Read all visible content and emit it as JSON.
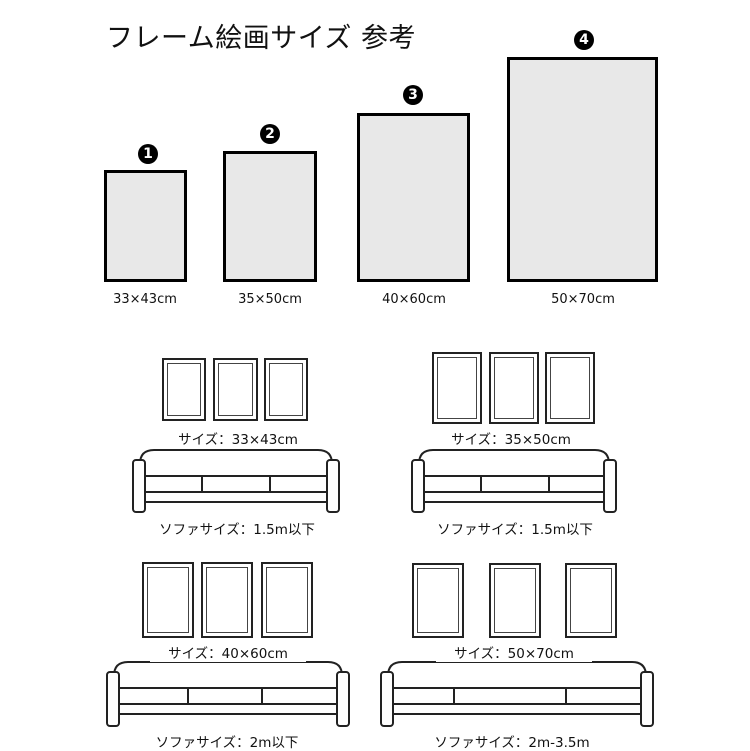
{
  "title": "フレーム絵画サイズ 参考",
  "frames": [
    {
      "number": "1",
      "size": "33×43cm"
    },
    {
      "number": "2",
      "size": "35×50cm"
    },
    {
      "number": "3",
      "size": "40×60cm"
    },
    {
      "number": "4",
      "size": "50×70cm"
    }
  ],
  "examples": [
    {
      "frame_label": "サイズ：33×43cm",
      "sofa_label": "ソファサイズ：1.5m以下"
    },
    {
      "frame_label": "サイズ：35×50cm",
      "sofa_label": "ソファサイズ：1.5m以下"
    },
    {
      "frame_label": "サイズ：40×60cm",
      "sofa_label": "ソファサイズ：2m以下"
    },
    {
      "frame_label": "サイズ：50×70cm",
      "sofa_label": "ソファサイズ：2m-3.5m"
    }
  ]
}
